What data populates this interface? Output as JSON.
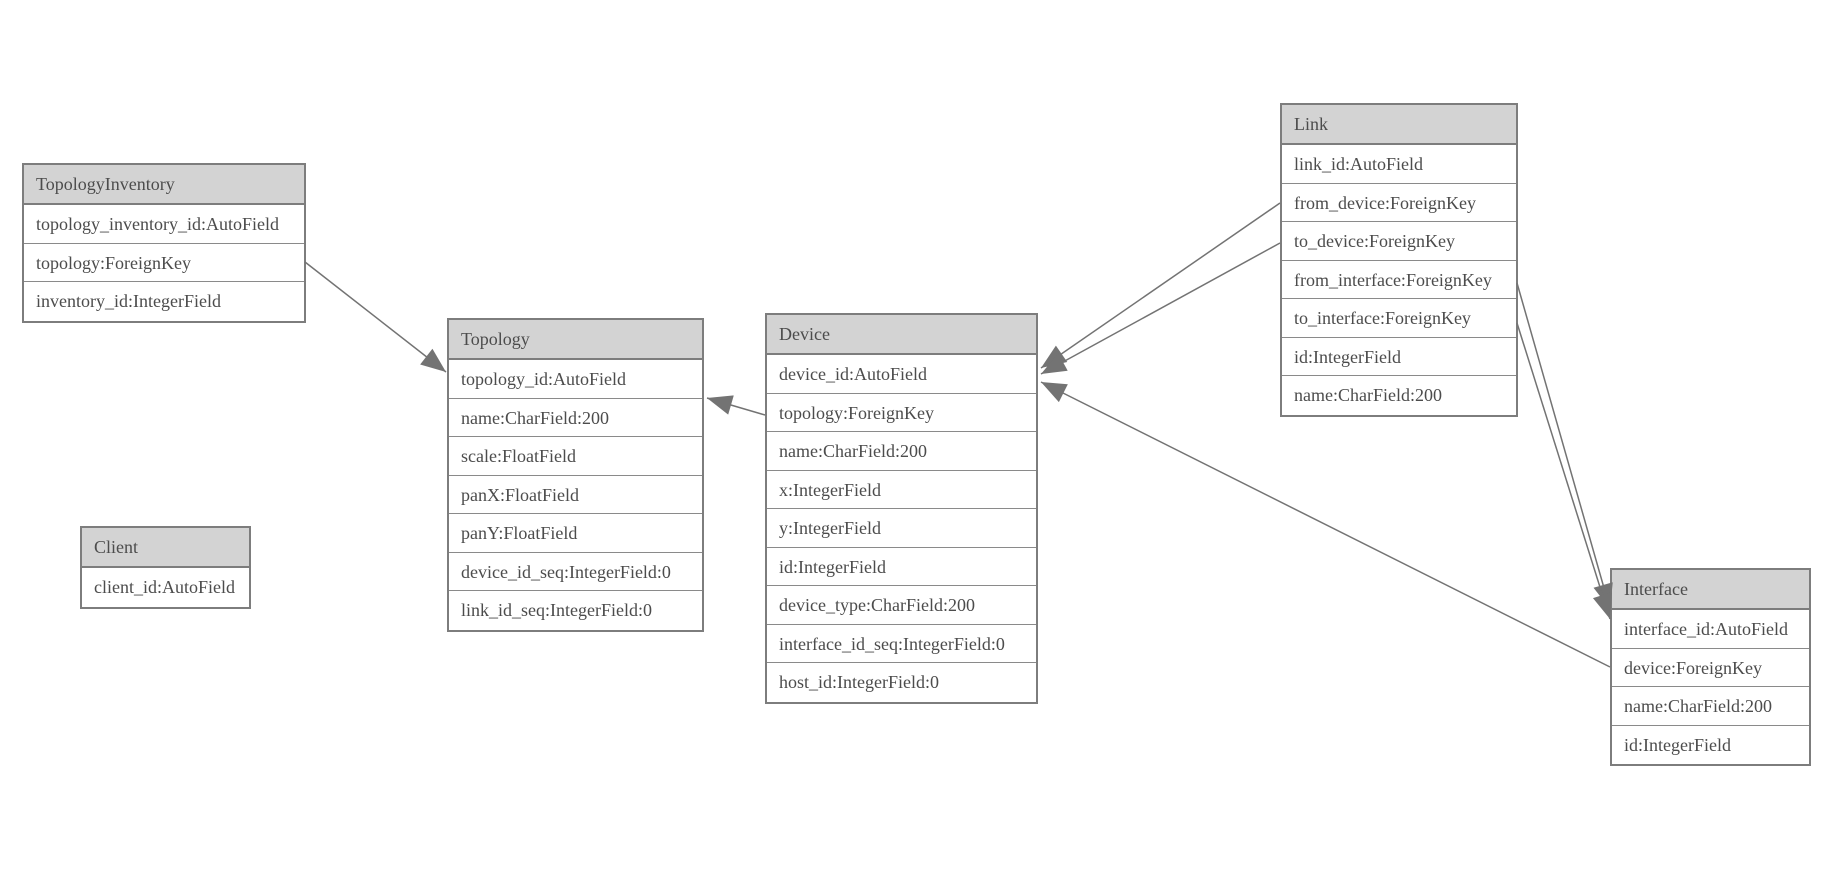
{
  "diagram": {
    "entities": {
      "topology_inventory": {
        "title": "TopologyInventory",
        "fields": [
          "topology_inventory_id:AutoField",
          "topology:ForeignKey",
          "inventory_id:IntegerField"
        ]
      },
      "topology": {
        "title": "Topology",
        "fields": [
          "topology_id:AutoField",
          "name:CharField:200",
          "scale:FloatField",
          "panX:FloatField",
          "panY:FloatField",
          "device_id_seq:IntegerField:0",
          "link_id_seq:IntegerField:0"
        ]
      },
      "client": {
        "title": "Client",
        "fields": [
          "client_id:AutoField"
        ]
      },
      "device": {
        "title": "Device",
        "fields": [
          "device_id:AutoField",
          "topology:ForeignKey",
          "name:CharField:200",
          "x:IntegerField",
          "y:IntegerField",
          "id:IntegerField",
          "device_type:CharField:200",
          "interface_id_seq:IntegerField:0",
          "host_id:IntegerField:0"
        ]
      },
      "link": {
        "title": "Link",
        "fields": [
          "link_id:AutoField",
          "from_device:ForeignKey",
          "to_device:ForeignKey",
          "from_interface:ForeignKey",
          "to_interface:ForeignKey",
          "id:IntegerField",
          "name:CharField:200"
        ]
      },
      "interface": {
        "title": "Interface",
        "fields": [
          "interface_id:AutoField",
          "device:ForeignKey",
          "name:CharField:200",
          "id:IntegerField"
        ]
      }
    },
    "relationships": [
      {
        "from": "TopologyInventory.topology",
        "to": "Topology.topology_id",
        "type": "foreign-key-arrow"
      },
      {
        "from": "Device.topology",
        "to": "Topology.topology_id",
        "type": "foreign-key-arrow"
      },
      {
        "from": "Link.from_device",
        "to": "Device.device_id",
        "type": "foreign-key-arrow"
      },
      {
        "from": "Link.to_device",
        "to": "Device.device_id",
        "type": "foreign-key-arrow"
      },
      {
        "from": "Link.from_interface",
        "to": "Interface.interface_id",
        "type": "foreign-key-arrow"
      },
      {
        "from": "Link.to_interface",
        "to": "Interface.interface_id",
        "type": "foreign-key-arrow"
      },
      {
        "from": "Interface.device",
        "to": "Device.device_id",
        "type": "foreign-key-arrow"
      }
    ],
    "colors": {
      "background": "#ffffff",
      "header_fill": "#d3d3d3",
      "border": "#7d7d7d",
      "text": "#4c4c4c",
      "connector": "#737373"
    }
  }
}
